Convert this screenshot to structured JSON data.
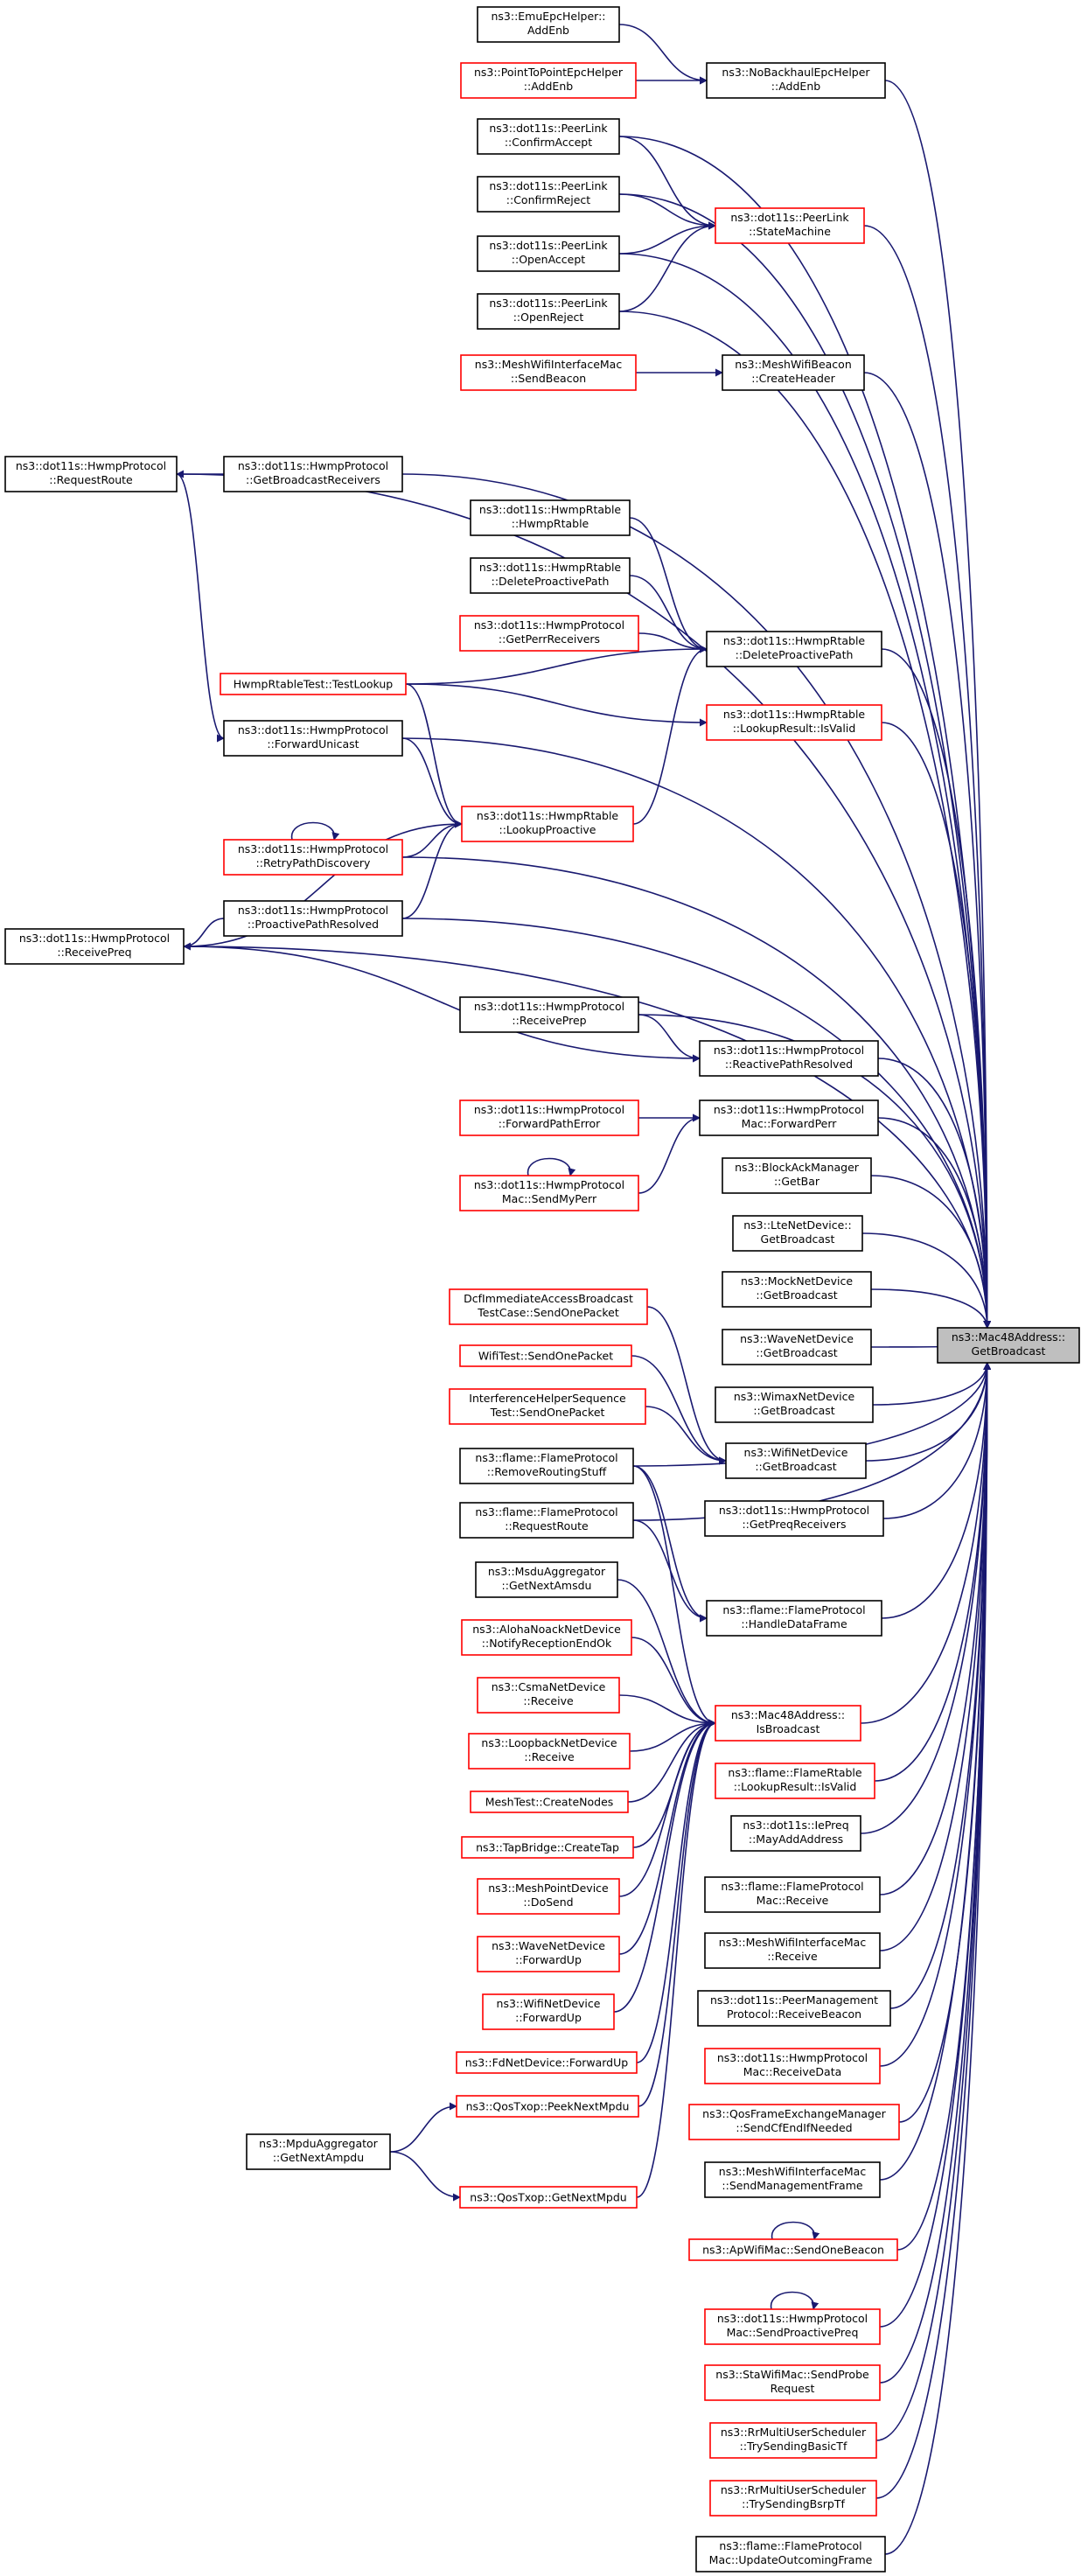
{
  "colors": {
    "edge": "#191970",
    "red_border": "#ff0000",
    "black_border": "#000000",
    "focus_fill": "#bfbfbf"
  },
  "nodes": [
    {
      "id": "n_getbroadcast",
      "lines": [
        "ns3::Mac48Address::",
        "GetBroadcast"
      ],
      "border": "black",
      "focus": true
    },
    {
      "id": "n_emu_addenb",
      "lines": [
        "ns3::EmuEpcHelper::",
        "AddEnb"
      ],
      "border": "black"
    },
    {
      "id": "n_p2p_addenb",
      "lines": [
        "ns3::PointToPointEpcHelper",
        "::AddEnb"
      ],
      "border": "red"
    },
    {
      "id": "n_nobackhaul_addenb",
      "lines": [
        "ns3::NoBackhaulEpcHelper",
        "::AddEnb"
      ],
      "border": "black"
    },
    {
      "id": "n_peer_confirmaccept",
      "lines": [
        "ns3::dot11s::PeerLink",
        "::ConfirmAccept"
      ],
      "border": "black"
    },
    {
      "id": "n_peer_confirmreject",
      "lines": [
        "ns3::dot11s::PeerLink",
        "::ConfirmReject"
      ],
      "border": "black"
    },
    {
      "id": "n_peer_statemachine",
      "lines": [
        "ns3::dot11s::PeerLink",
        "::StateMachine"
      ],
      "border": "red"
    },
    {
      "id": "n_peer_openaccept",
      "lines": [
        "ns3::dot11s::PeerLink",
        "::OpenAccept"
      ],
      "border": "black"
    },
    {
      "id": "n_peer_openreject",
      "lines": [
        "ns3::dot11s::PeerLink",
        "::OpenReject"
      ],
      "border": "black"
    },
    {
      "id": "n_meshwifi_sendbeacon",
      "lines": [
        "ns3::MeshWifiInterfaceMac",
        "::SendBeacon"
      ],
      "border": "red"
    },
    {
      "id": "n_meshwifibeacon_createheader",
      "lines": [
        "ns3::MeshWifiBeacon",
        "::CreateHeader"
      ],
      "border": "black"
    },
    {
      "id": "n_hwmp_requestroute",
      "lines": [
        "ns3::dot11s::HwmpProtocol",
        "::RequestRoute"
      ],
      "border": "black"
    },
    {
      "id": "n_hwmp_getbroadcastreceivers",
      "lines": [
        "ns3::dot11s::HwmpProtocol",
        "::GetBroadcastReceivers"
      ],
      "border": "black"
    },
    {
      "id": "n_rtable_hwmprtable",
      "lines": [
        "ns3::dot11s::HwmpRtable",
        "::HwmpRtable"
      ],
      "border": "black"
    },
    {
      "id": "n_rtable_deleteproactivepath_a",
      "lines": [
        "ns3::dot11s::HwmpRtable",
        "::DeleteProactivePath"
      ],
      "border": "black"
    },
    {
      "id": "n_hwmp_getperrreceivers",
      "lines": [
        "ns3::dot11s::HwmpProtocol",
        "::GetPerrReceivers"
      ],
      "border": "red"
    },
    {
      "id": "n_rtable_deleteproactivepath_b",
      "lines": [
        "ns3::dot11s::HwmpRtable",
        "::DeleteProactivePath"
      ],
      "border": "black"
    },
    {
      "id": "n_rtabletest_testlookup",
      "lines": [
        "HwmpRtableTest::TestLookup"
      ],
      "border": "red"
    },
    {
      "id": "n_hwmp_forwardunicast",
      "lines": [
        "ns3::dot11s::HwmpProtocol",
        "::ForwardUnicast"
      ],
      "border": "black"
    },
    {
      "id": "n_rtable_lookupresult_isvalid",
      "lines": [
        "ns3::dot11s::HwmpRtable",
        "::LookupResult::IsValid"
      ],
      "border": "red"
    },
    {
      "id": "n_rtable_lookupproactive",
      "lines": [
        "ns3::dot11s::HwmpRtable",
        "::LookupProactive"
      ],
      "border": "red"
    },
    {
      "id": "n_hwmp_retrypathdiscovery",
      "lines": [
        "ns3::dot11s::HwmpProtocol",
        "::RetryPathDiscovery"
      ],
      "border": "red"
    },
    {
      "id": "n_hwmp_receivepreq",
      "lines": [
        "ns3::dot11s::HwmpProtocol",
        "::ReceivePreq"
      ],
      "border": "black"
    },
    {
      "id": "n_hwmp_proactivepathresolved",
      "lines": [
        "ns3::dot11s::HwmpProtocol",
        "::ProactivePathResolved"
      ],
      "border": "black"
    },
    {
      "id": "n_hwmp_receiveprep",
      "lines": [
        "ns3::dot11s::HwmpProtocol",
        "::ReceivePrep"
      ],
      "border": "black"
    },
    {
      "id": "n_hwmp_reactivepathresolved",
      "lines": [
        "ns3::dot11s::HwmpProtocol",
        "::ReactivePathResolved"
      ],
      "border": "black"
    },
    {
      "id": "n_hwmp_forwardpatherror",
      "lines": [
        "ns3::dot11s::HwmpProtocol",
        "::ForwardPathError"
      ],
      "border": "red"
    },
    {
      "id": "n_hwmpmac_forwardperr",
      "lines": [
        "ns3::dot11s::HwmpProtocol",
        "Mac::ForwardPerr"
      ],
      "border": "black"
    },
    {
      "id": "n_hwmpmac_sendmyperr",
      "lines": [
        "ns3::dot11s::HwmpProtocol",
        "Mac::SendMyPerr"
      ],
      "border": "red"
    },
    {
      "id": "n_blockack_getbar",
      "lines": [
        "ns3::BlockAckManager",
        "::GetBar"
      ],
      "border": "black"
    },
    {
      "id": "n_lte_getbroadcast",
      "lines": [
        "ns3::LteNetDevice::",
        "GetBroadcast"
      ],
      "border": "black"
    },
    {
      "id": "n_mock_getbroadcast",
      "lines": [
        "ns3::MockNetDevice",
        "::GetBroadcast"
      ],
      "border": "black"
    },
    {
      "id": "n_wave_getbroadcast",
      "lines": [
        "ns3::WaveNetDevice",
        "::GetBroadcast"
      ],
      "border": "black"
    },
    {
      "id": "n_wimax_getbroadcast",
      "lines": [
        "ns3::WimaxNetDevice",
        "::GetBroadcast"
      ],
      "border": "black"
    },
    {
      "id": "n_dcf_sendonepacket",
      "lines": [
        "DcfImmediateAccessBroadcast",
        "TestCase::SendOnePacket"
      ],
      "border": "red"
    },
    {
      "id": "n_wifitest_sendonepacket",
      "lines": [
        "WifiTest::SendOnePacket"
      ],
      "border": "red"
    },
    {
      "id": "n_interference_sendonepacket",
      "lines": [
        "InterferenceHelperSequence",
        "Test::SendOnePacket"
      ],
      "border": "red"
    },
    {
      "id": "n_wifinetdevice_getbroadcast",
      "lines": [
        "ns3::WifiNetDevice",
        "::GetBroadcast"
      ],
      "border": "black"
    },
    {
      "id": "n_flame_removeroutingstuff",
      "lines": [
        "ns3::flame::FlameProtocol",
        "::RemoveRoutingStuff"
      ],
      "border": "black"
    },
    {
      "id": "n_hwmp_getpreqreceivers",
      "lines": [
        "ns3::dot11s::HwmpProtocol",
        "::GetPreqReceivers"
      ],
      "border": "black"
    },
    {
      "id": "n_flame_requestroute",
      "lines": [
        "ns3::flame::FlameProtocol",
        "::RequestRoute"
      ],
      "border": "black"
    },
    {
      "id": "n_msdu_getnextamsdu",
      "lines": [
        "ns3::MsduAggregator",
        "::GetNextAmsdu"
      ],
      "border": "black"
    },
    {
      "id": "n_flame_handledataframe",
      "lines": [
        "ns3::flame::FlameProtocol",
        "::HandleDataFrame"
      ],
      "border": "black"
    },
    {
      "id": "n_aloha_notifyreceptionendok",
      "lines": [
        "ns3::AlohaNoackNetDevice",
        "::NotifyReceptionEndOk"
      ],
      "border": "red"
    },
    {
      "id": "n_csma_receive",
      "lines": [
        "ns3::CsmaNetDevice",
        "::Receive"
      ],
      "border": "red"
    },
    {
      "id": "n_mac48_isbroadcast",
      "lines": [
        "ns3::Mac48Address::",
        "IsBroadcast"
      ],
      "border": "red"
    },
    {
      "id": "n_loopback_receive",
      "lines": [
        "ns3::LoopbackNetDevice",
        "::Receive"
      ],
      "border": "red"
    },
    {
      "id": "n_flamertable_isvalid",
      "lines": [
        "ns3::flame::FlameRtable",
        "::LookupResult::IsValid"
      ],
      "border": "red"
    },
    {
      "id": "n_meshtest_createnodes",
      "lines": [
        "MeshTest::CreateNodes"
      ],
      "border": "red"
    },
    {
      "id": "n_iepreq_mayaddaddress",
      "lines": [
        "ns3::dot11s::IePreq",
        "::MayAddAddress"
      ],
      "border": "black"
    },
    {
      "id": "n_tapbridge_createtap",
      "lines": [
        "ns3::TapBridge::CreateTap"
      ],
      "border": "red"
    },
    {
      "id": "n_flamemac_receive",
      "lines": [
        "ns3::flame::FlameProtocol",
        "Mac::Receive"
      ],
      "border": "black"
    },
    {
      "id": "n_meshpoint_dosend",
      "lines": [
        "ns3::MeshPointDevice",
        "::DoSend"
      ],
      "border": "red"
    },
    {
      "id": "n_meshwifimac_receive",
      "lines": [
        "ns3::MeshWifiInterfaceMac",
        "::Receive"
      ],
      "border": "black"
    },
    {
      "id": "n_wavenetdevice_forwardup",
      "lines": [
        "ns3::WaveNetDevice",
        "::ForwardUp"
      ],
      "border": "red"
    },
    {
      "id": "n_peermgmt_receivebeacon",
      "lines": [
        "ns3::dot11s::PeerManagement",
        "Protocol::ReceiveBeacon"
      ],
      "border": "black"
    },
    {
      "id": "n_wifinetdevice_forwardup",
      "lines": [
        "ns3::WifiNetDevice",
        "::ForwardUp"
      ],
      "border": "red"
    },
    {
      "id": "n_hwmpmac_receivedata",
      "lines": [
        "ns3::dot11s::HwmpProtocol",
        "Mac::ReceiveData"
      ],
      "border": "red"
    },
    {
      "id": "n_fdnet_forwardup",
      "lines": [
        "ns3::FdNetDevice::ForwardUp"
      ],
      "border": "red"
    },
    {
      "id": "n_qosframe_sendcfendifneeded",
      "lines": [
        "ns3::QosFrameExchangeManager",
        "::SendCfEndIfNeeded"
      ],
      "border": "red"
    },
    {
      "id": "n_qostxop_peeknextmpdu",
      "lines": [
        "ns3::QosTxop::PeekNextMpdu"
      ],
      "border": "red"
    },
    {
      "id": "n_mpdu_getnextampdu",
      "lines": [
        "ns3::MpduAggregator",
        "::GetNextAmpdu"
      ],
      "border": "black"
    },
    {
      "id": "n_meshwifimac_sendmanagementframe",
      "lines": [
        "ns3::MeshWifiInterfaceMac",
        "::SendManagementFrame"
      ],
      "border": "black"
    },
    {
      "id": "n_qostxop_getnextmpdu",
      "lines": [
        "ns3::QosTxop::GetNextMpdu"
      ],
      "border": "red"
    },
    {
      "id": "n_apwifimac_sendonebeacon",
      "lines": [
        "ns3::ApWifiMac::SendOneBeacon"
      ],
      "border": "red"
    },
    {
      "id": "n_hwmpmac_sendproactivepreq",
      "lines": [
        "ns3::dot11s::HwmpProtocol",
        "Mac::SendProactivePreq"
      ],
      "border": "red"
    },
    {
      "id": "n_stawifimac_sendprobe",
      "lines": [
        "ns3::StaWifiMac::SendProbe",
        "Request"
      ],
      "border": "red"
    },
    {
      "id": "n_rrmu_trysendingbasictf",
      "lines": [
        "ns3::RrMultiUserScheduler",
        "::TrySendingBasicTf"
      ],
      "border": "red"
    },
    {
      "id": "n_rrmu_trysendingbsrptf",
      "lines": [
        "ns3::RrMultiUserScheduler",
        "::TrySendingBsrpTf"
      ],
      "border": "red"
    },
    {
      "id": "n_flamemac_updateoutcomingframe",
      "lines": [
        "ns3::flame::FlameProtocol",
        "Mac::UpdateOutcomingFrame"
      ],
      "border": "black"
    }
  ]
}
